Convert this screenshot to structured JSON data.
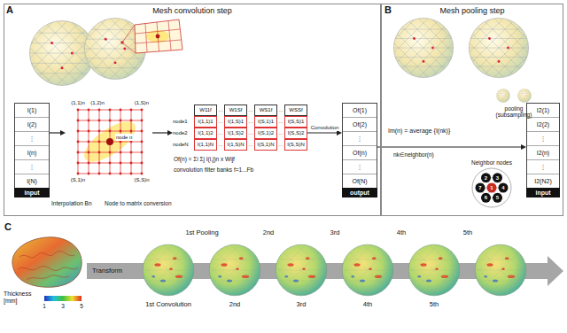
{
  "diagram": {
    "nodes": [
      {
        "text": [
          "Mesh convolution step"
        ]
      },
      {
        "text": [
          "Mesh pooling step"
        ]
      },
      {
        "text": [
          "I(1)",
          "I(2)",
          "⋮",
          "I(n)",
          "⋮",
          "I(N)"
        ],
        "in": 0
      },
      {
        "text": [
          "input"
        ],
        "in": 0
      },
      {
        "text": [
          "(1,1)n",
          "(1,2)n",
          "(1,S)n",
          "node n",
          "(S,1)n",
          "(S,S)n"
        ],
        "in": 0
      },
      {
        "text": [
          "W11f",
          "…",
          "W1Sf",
          "…",
          "WS1f",
          "…",
          "WSSf",
          "node1",
          "I(1,1)1",
          "…",
          "I(1,S)1",
          "…",
          "I(S,1)1",
          "…",
          "I(S,S)1",
          "node2",
          "I(1,1)2",
          "…",
          "I(1,S)2",
          "…",
          "I(S,1)2",
          "…",
          "I(S,S)2",
          "nodeN",
          "I(1,1)N",
          "…",
          "I(1,S)N",
          "…",
          "I(S,1)N",
          "…",
          "I(S,S)N"
        ],
        "in": 0
      },
      {
        "text": [
          "Of(1)",
          "Of(2)",
          "⋮",
          "Of(n)",
          "⋮",
          "Of(N)"
        ],
        "in": 0
      },
      {
        "text": [
          "output"
        ],
        "in": 0
      },
      {
        "text": [
          "I2(1)",
          "I2(2)",
          "⋮",
          "I2(n)",
          "⋮",
          "I2(N2)"
        ],
        "in": 1
      },
      {
        "text": [
          "input"
        ],
        "in": 1
      }
    ],
    "edges": [
      {
        "from": 2,
        "to": 4,
        "arrow": "to"
      },
      {
        "from": 4,
        "to": 5,
        "arrow": "to"
      },
      {
        "from": 5,
        "to": 6,
        "arrow": "to",
        "label": "Convolution"
      },
      {
        "from": 6,
        "to": 8,
        "arrow": "to"
      }
    ],
    "labels": [
      "A",
      "B",
      "Interpolation Bn",
      "Node to matrix conversion",
      "Of(n) = Σi Σj I(i,j)n x Wijf",
      "convolution filter banks f=1...Fb",
      "Im(n) = average {I(nk)}",
      "nk∈neighbor(n)",
      "pooling (subsampling)",
      "Neighbor nodes",
      "1",
      "2",
      "3",
      "4",
      "5",
      "6",
      "7",
      "C",
      "Thickness [mm]",
      "1",
      "3",
      "5",
      "Transform",
      "1st Pooling",
      "2nd",
      "3rd",
      "4th",
      "5th",
      "1st Convolution",
      "2nd",
      "3rd",
      "4th",
      "5th"
    ]
  }
}
